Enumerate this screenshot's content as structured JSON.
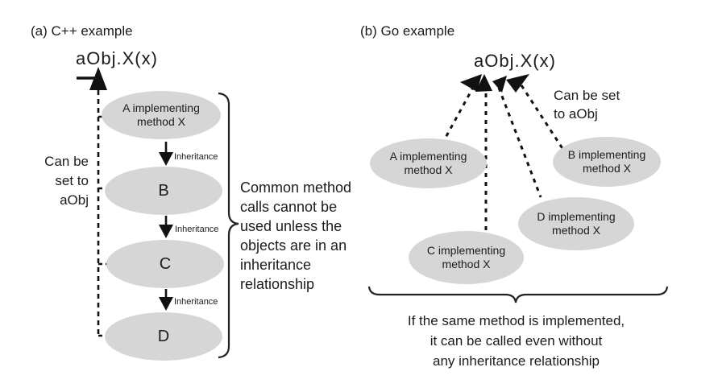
{
  "colors": {
    "node_fill": "#d6d6d6",
    "ink": "#1c1c1c",
    "background": "#ffffff"
  },
  "panel_cpp": {
    "title": "(a) C++ example",
    "call_expression": "aObj.X(x)",
    "side_note_lines": [
      "Can be",
      "set to",
      "aObj"
    ],
    "node_a": {
      "line1": "A implementing",
      "line2": "method X"
    },
    "node_b": {
      "label": "B"
    },
    "node_c": {
      "label": "C"
    },
    "node_d": {
      "label": "D"
    },
    "edge_label": "Inheritance",
    "brace_note_lines": [
      "Common method",
      "calls cannot be",
      "used unless the",
      "objects are in an",
      "inheritance",
      "relationship"
    ]
  },
  "panel_go": {
    "title": "(b) Go example",
    "call_expression": "aObj.X(x)",
    "side_note_lines": [
      "Can be set",
      "to aObj"
    ],
    "node_a": {
      "line1": "A implementing",
      "line2": "method X"
    },
    "node_b": {
      "line1": "B implementing",
      "line2": "method X"
    },
    "node_c": {
      "line1": "C implementing",
      "line2": "method X"
    },
    "node_d": {
      "line1": "D implementing",
      "line2": "method X"
    },
    "bottom_note_lines": [
      "If the same method is implemented,",
      "it can be called even without",
      "any inheritance relationship"
    ]
  }
}
